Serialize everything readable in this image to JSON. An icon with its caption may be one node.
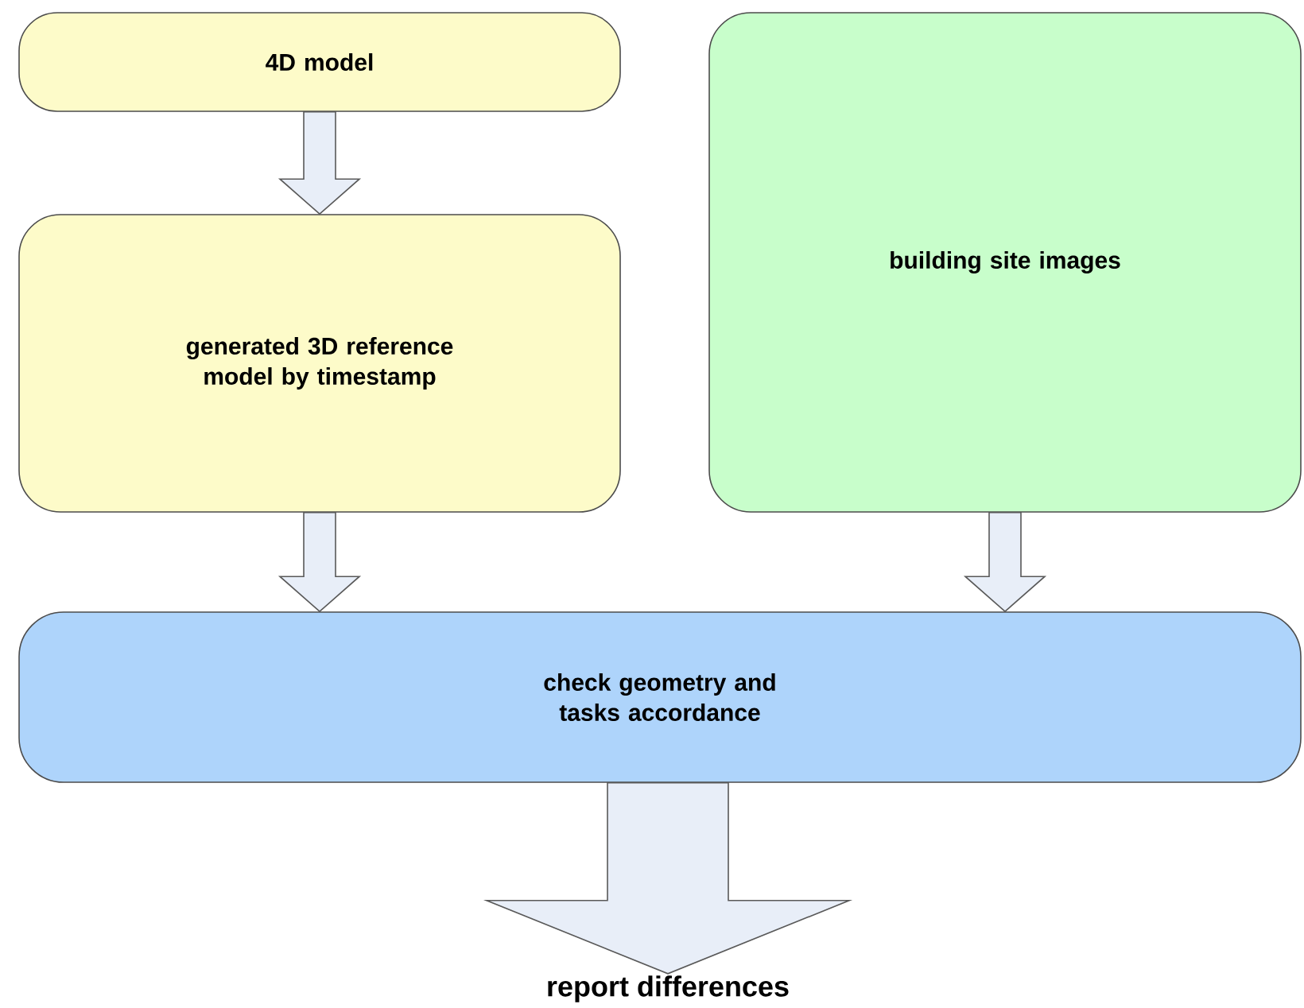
{
  "diagram": {
    "nodes": [
      {
        "text": [
          "4D model"
        ]
      },
      {
        "text": [
          "generated 3D reference model by timestamp"
        ]
      },
      {
        "text": [
          "building site images"
        ]
      },
      {
        "text": [
          "check geometry and tasks accordance"
        ]
      },
      {
        "text": [
          "report differences"
        ]
      }
    ],
    "edges": [
      {
        "from": 0,
        "to": 1,
        "arrow": "to"
      },
      {
        "from": 1,
        "to": 3,
        "arrow": "to"
      },
      {
        "from": 2,
        "to": 3,
        "arrow": "to"
      },
      {
        "from": 3,
        "to": 4,
        "arrow": "to",
        "style": "thick"
      }
    ]
  }
}
